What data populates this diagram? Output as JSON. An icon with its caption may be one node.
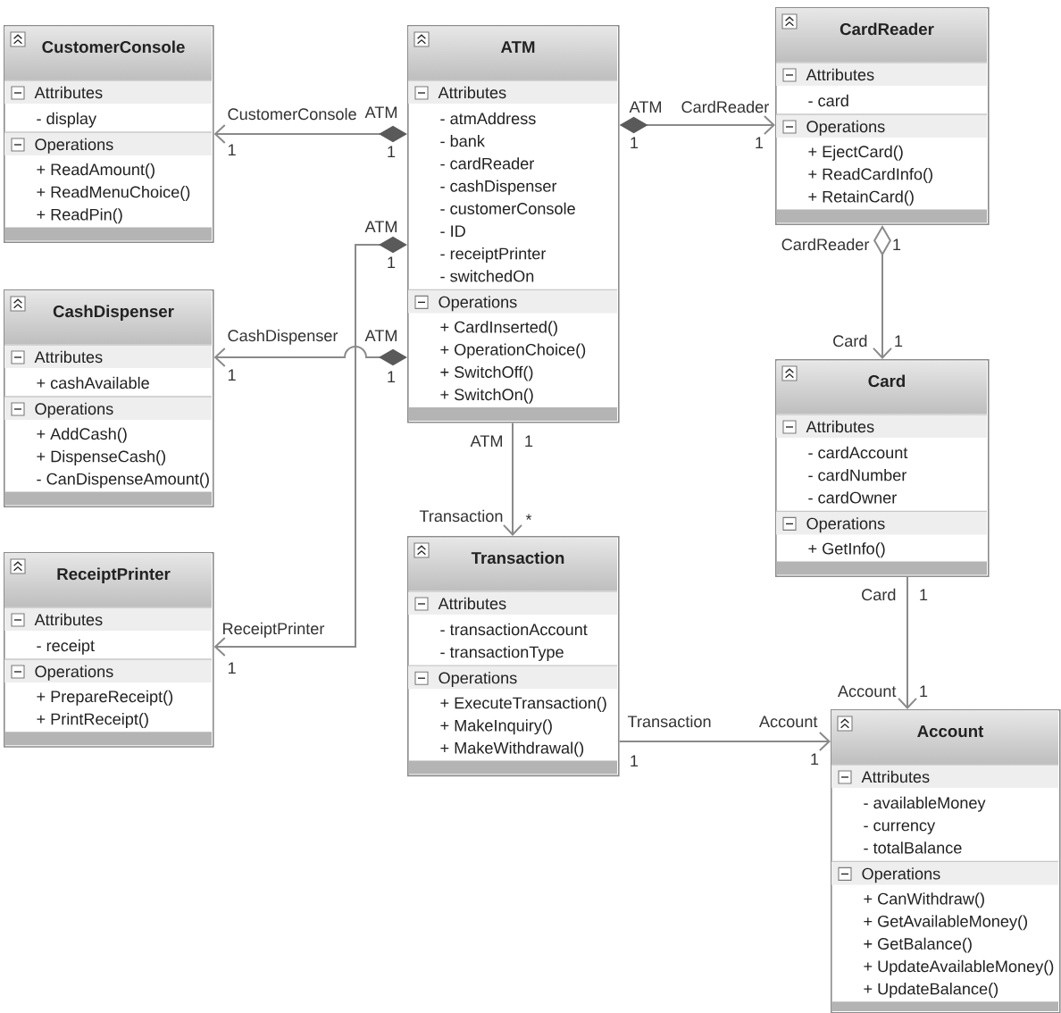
{
  "diagram": {
    "nodes": [
      {
        "text": [
          "CustomerConsole",
          "Attributes",
          "- display",
          "Operations",
          "+ ReadAmount()",
          "+ ReadMenuChoice()",
          "+ ReadPin()"
        ]
      },
      {
        "text": [
          "ATM",
          "Attributes",
          "- atmAddress",
          "- bank",
          "- cardReader",
          "- cashDispenser",
          "- customerConsole",
          "- ID",
          "- receiptPrinter",
          "- switchedOn",
          "Operations",
          "+ CardInserted()",
          "+ OperationChoice()",
          "+ SwitchOff()",
          "+ SwitchOn()"
        ]
      },
      {
        "text": [
          "CardReader",
          "Attributes",
          "- card",
          "Operations",
          "+ EjectCard()",
          "+ ReadCardInfo()",
          "+ RetainCard()"
        ]
      },
      {
        "text": [
          "CashDispenser",
          "Attributes",
          "+ cashAvailable",
          "Operations",
          "+ AddCash()",
          "+ DispenseCash()",
          "- CanDispenseAmount()"
        ]
      },
      {
        "text": [
          "Card",
          "Attributes",
          "- cardAccount",
          "- cardNumber",
          "- cardOwner",
          "Operations",
          "+ GetInfo()"
        ]
      },
      {
        "text": [
          "Transaction",
          "Attributes",
          "- transactionAccount",
          "- transactionType",
          "Operations",
          "+ ExecuteTransaction()",
          "+ MakeInquiry()",
          "+ MakeWithdrawal()"
        ]
      },
      {
        "text": [
          "ReceiptPrinter",
          "Attributes",
          "- receipt",
          "Operations",
          "+ PrepareReceipt()",
          "+ PrintReceipt()"
        ]
      },
      {
        "text": [
          "Account",
          "Attributes",
          "- availableMoney",
          "- currency",
          "- totalBalance",
          "Operations",
          "+ CanWithdraw()",
          "+ GetAvailableMoney()",
          "+ GetBalance()",
          "+ UpdateAvailableMoney()",
          "+ UpdateBalance()"
        ]
      }
    ],
    "edges": [
      {
        "from": 1,
        "to": 0,
        "arrow": "to"
      },
      {
        "from": 1,
        "to": 2,
        "arrow": "to"
      },
      {
        "from": 1,
        "to": 6,
        "arrow": "to"
      },
      {
        "from": 1,
        "to": 3,
        "arrow": "to"
      },
      {
        "from": 1,
        "to": 5,
        "arrow": "to"
      },
      {
        "from": 2,
        "to": 4,
        "arrow": "to"
      },
      {
        "from": 4,
        "to": 7,
        "arrow": "to"
      },
      {
        "from": 5,
        "to": 7,
        "arrow": "to"
      }
    ],
    "labels": [
      "CustomerConsole",
      "1",
      "ATM",
      "1",
      "ATM",
      "1",
      "CardReader",
      "1",
      "ATM",
      "1",
      "CardReader",
      "1",
      "CashDispenser",
      "1",
      "ATM",
      "1",
      "Card",
      "1",
      "ATM",
      "1",
      "Transaction",
      "*",
      "Card",
      "1",
      "ReceiptPrinter",
      "1",
      "Account",
      "1",
      "Transaction",
      "1",
      "Account",
      "1"
    ]
  }
}
